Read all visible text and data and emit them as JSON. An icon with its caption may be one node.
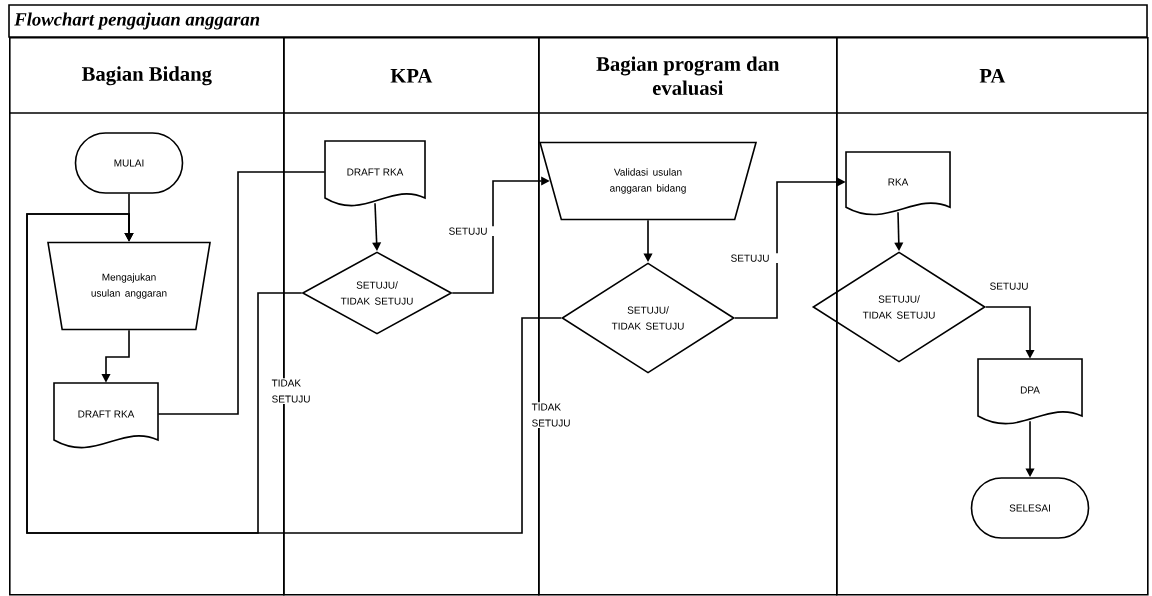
{
  "diagram": {
    "title": "Flowchart pengajuan anggaran",
    "nodes": [
      {
        "text": [
          "Bagian Bidang"
        ]
      },
      {
        "text": [
          "KPA"
        ]
      },
      {
        "text": [
          "Bagian program dan evaluasi"
        ]
      },
      {
        "text": [
          "PA"
        ]
      },
      {
        "text": [
          "MULAI"
        ],
        "in": 0
      },
      {
        "text": [
          "Mengajukan usulan anggaran"
        ],
        "in": 0
      },
      {
        "text": [
          "DRAFT RKA"
        ],
        "in": 0
      },
      {
        "text": [
          "DRAFT RKA"
        ],
        "in": 1
      },
      {
        "text": [
          "SETUJU/ TIDAK SETUJU"
        ],
        "in": 1
      },
      {
        "text": [
          "Validasi usulan anggaran bidang"
        ],
        "in": 2
      },
      {
        "text": [
          "SETUJU/ TIDAK SETUJU"
        ],
        "in": 2
      },
      {
        "text": [
          "RKA"
        ],
        "in": 3
      },
      {
        "text": [
          "SETUJU/ TIDAK SETUJU"
        ]
      },
      {
        "text": [
          "DPA"
        ],
        "in": 3
      },
      {
        "text": [
          "SELESAI"
        ],
        "in": 3
      }
    ],
    "edges": [
      {
        "from": 4,
        "to": 5,
        "arrow": "to"
      },
      {
        "from": 5,
        "to": 6,
        "arrow": "to"
      },
      {
        "from": 6,
        "to": 7,
        "arrow": "none"
      },
      {
        "from": 7,
        "to": 8,
        "arrow": "to"
      },
      {
        "from": 8,
        "to": 9,
        "arrow": "to",
        "label": "SETUJU"
      },
      {
        "from": 8,
        "to": 5,
        "arrow": "to",
        "label": "TIDAK SETUJU"
      },
      {
        "from": 10,
        "to": 5,
        "arrow": "to",
        "label": "TIDAK SETUJU"
      },
      {
        "from": 9,
        "to": 10,
        "arrow": "to"
      },
      {
        "from": 10,
        "to": 11,
        "arrow": "to",
        "label": "SETUJU"
      },
      {
        "from": 11,
        "to": 12,
        "arrow": "to"
      },
      {
        "from": 12,
        "to": 13,
        "arrow": "to",
        "label": "SETUJU"
      },
      {
        "from": 13,
        "to": 14,
        "arrow": "to"
      }
    ]
  }
}
